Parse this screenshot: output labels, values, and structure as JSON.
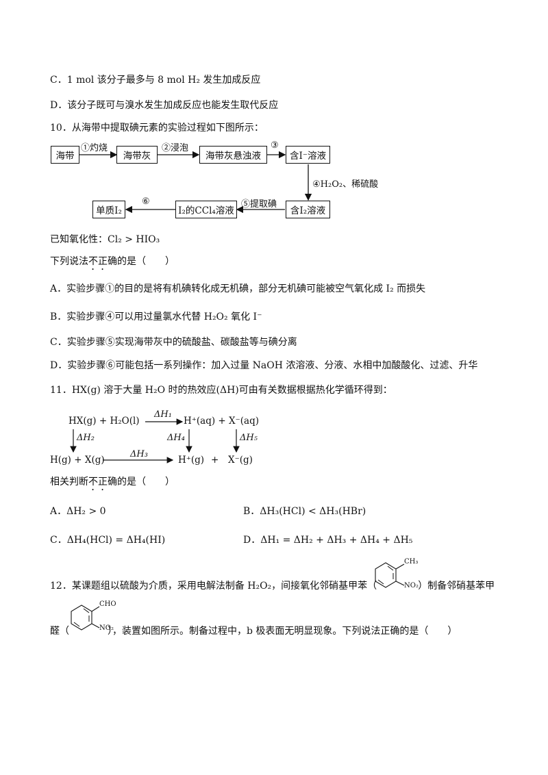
{
  "q9": {
    "optC": "C．1 mol 该分子最多与 8 mol H₂ 发生加成反应",
    "optD": "D．该分子既可与溴水发生加成反应也能发生取代反应"
  },
  "q10": {
    "stem": "10．从海带中提取碘元素的实验过程如下图所示：",
    "flow": {
      "box1": "海带",
      "box2": "海带灰",
      "box3": "海带灰悬浊液",
      "box4": "含I⁻溶液",
      "box5": "含I₂溶液",
      "box6": "I₂的CCl₄溶液",
      "box7": "单质I₂",
      "step1": "①灼烧",
      "step2": "②浸泡",
      "step3": "③",
      "step4": "④H₂O₂、稀硫酸",
      "step5": "⑤提取碘",
      "step6": "⑥"
    },
    "known": "已知氧化性：Cl₂ > HIO₃",
    "ask_pre": "下列说法",
    "ask_dot": "不正",
    "ask_post": "确的是（　　）",
    "optA": "A．实验步骤①的目的是将有机碘转化成无机碘，部分无机碘可能被空气氧化成 I₂ 而损失",
    "optB": "B．实验步骤④可以用过量氯水代替 H₂O₂ 氧化 I⁻",
    "optC": "C．实验步骤⑤实现海带灰中的硫酸盐、碳酸盐等与碘分离",
    "optD": "D．实验步骤⑥可能包括一系列操作：加入过量 NaOH 浓溶液、分液、水相中加酸酸化、过滤、升华"
  },
  "q11": {
    "stem": "11．HX(g) 溶于大量 H₂O 时的热效应(ΔH)可由有关数据根据热化学循环得到：",
    "cycle": {
      "top_left": "HX(g)  +  H₂O(l)",
      "top_right": "H⁺(aq)  +  X⁻(aq)",
      "bottom_left": "H(g) + X(g)",
      "bottom_mid": "H⁺(g)",
      "bottom_plus": "+",
      "bottom_right": "X⁻(g)",
      "dh1": "ΔH₁",
      "dh2": "ΔH₂",
      "dh3": "ΔH₃",
      "dh4": "ΔH₄",
      "dh5": "ΔH₅"
    },
    "ask_pre": "相关判断",
    "ask_dot": "不正",
    "ask_post": "确的是（　　）",
    "optA": "A．ΔH₂ > 0",
    "optB": "B．ΔH₃(HCl) < ΔH₃(HBr)",
    "optC": "C．ΔH₄(HCl) = ΔH₄(HI)",
    "optD": "D．ΔH₁ = ΔH₂ + ΔH₃ + ΔH₄ + ΔH₅"
  },
  "q12": {
    "line1_a": "12．某课题组以硫酸为介质，采用电解法制备 H₂O₂，间接氧化邻硝基甲苯（",
    "line1_b": "）制备邻硝基苯甲",
    "line2_a": "醛（",
    "line2_b": "），装置如图所示。制备过程中，b 极表面无明显现象。下列说法正确的是（　　）",
    "mol1_sub1": "CH₃",
    "mol1_sub2": "NO₂",
    "mol2_sub1": "CHO",
    "mol2_sub2": "NO₂"
  }
}
